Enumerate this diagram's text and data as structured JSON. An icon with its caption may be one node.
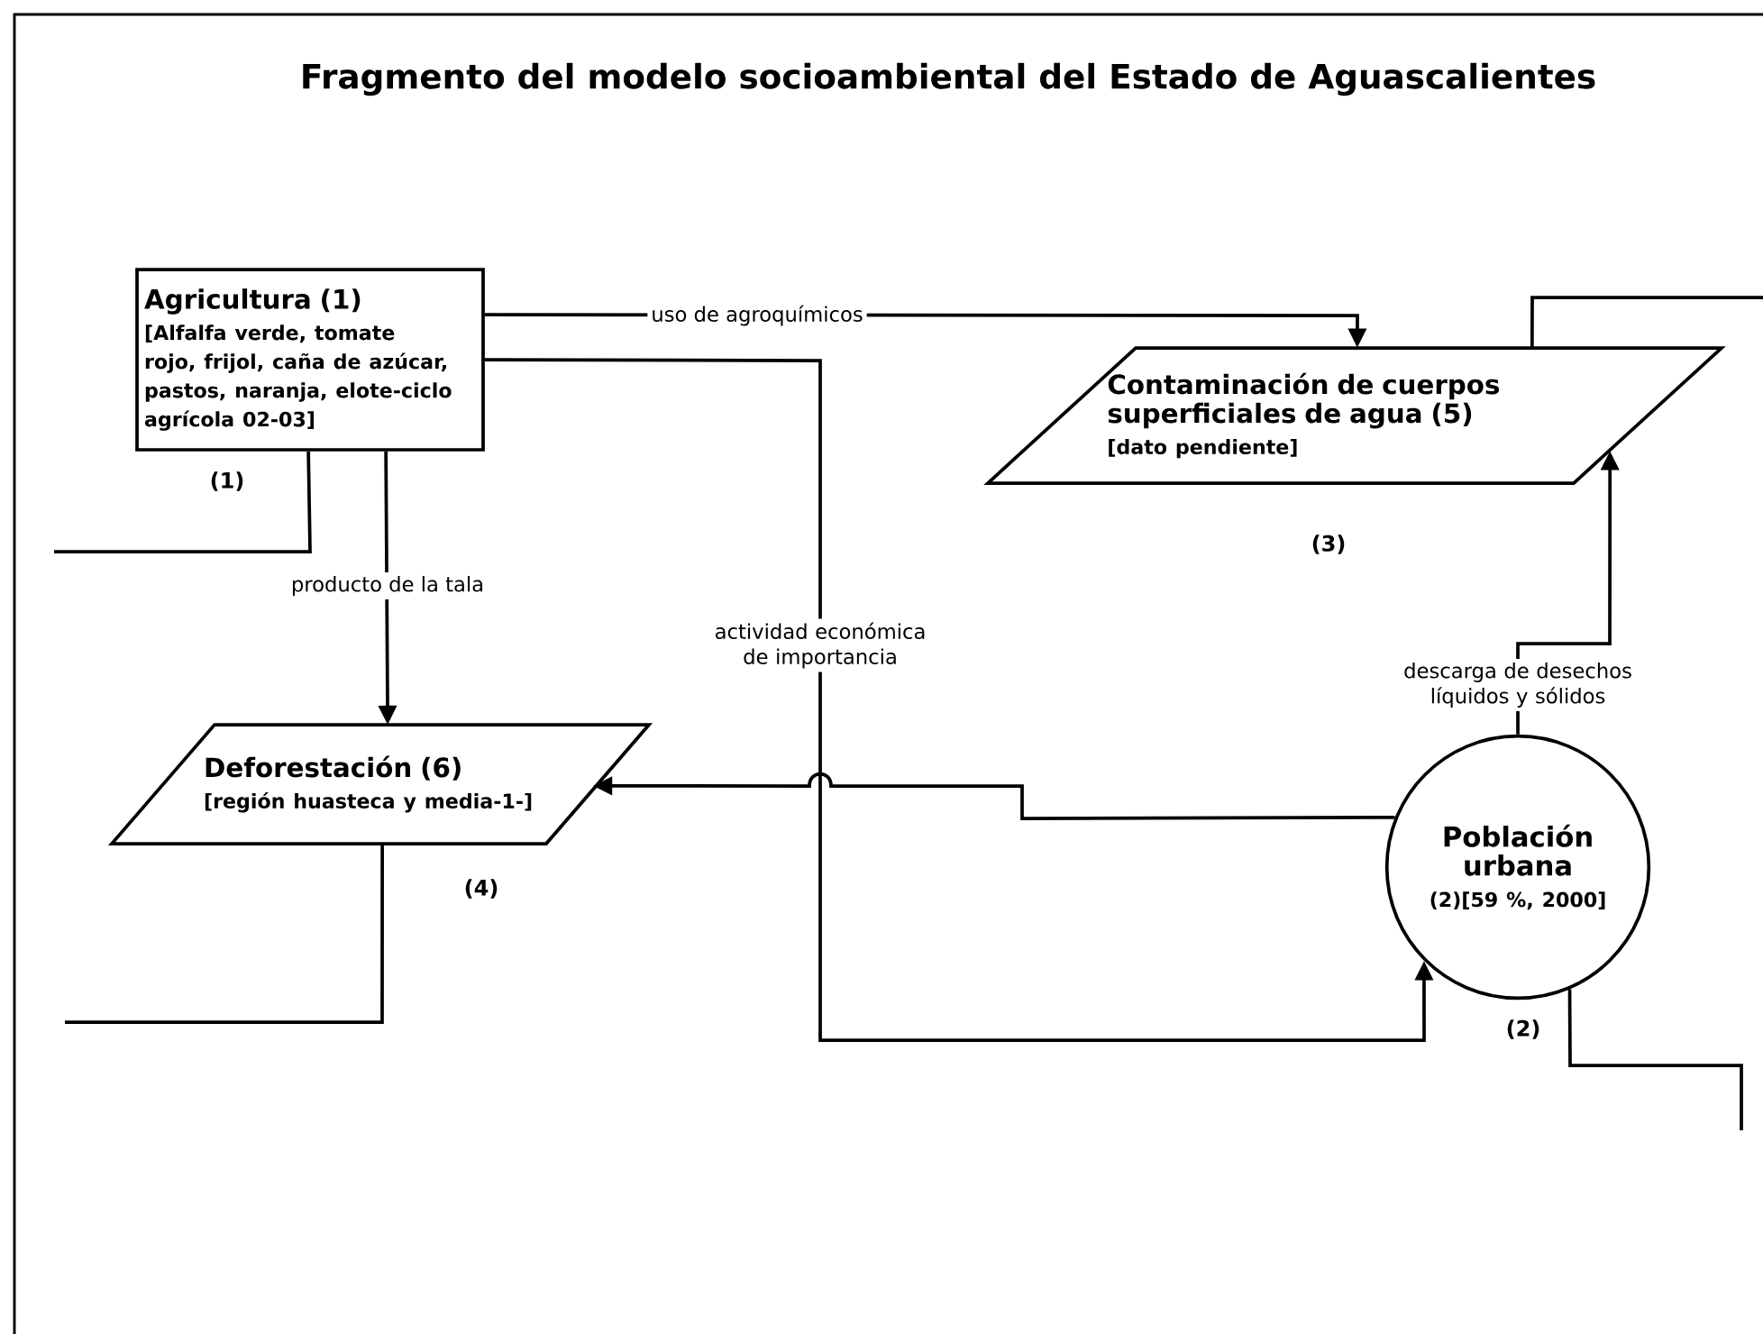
{
  "diagram": {
    "title": "Fragmento del modelo socioambiental del Estado de Aguascalientes",
    "nodes": [
      {
        "text": [
          "Agricultura (1)",
          "[Alfalfa verde, tomate rojo, frijol, caña de azúcar, pastos, naranja, elote-ciclo agrícola 02-03]"
        ],
        "beside": [
          "(1)"
        ]
      },
      {
        "text": [
          "Contaminación de cuerpos superficiales de agua (5)",
          "[dato pendiente]"
        ],
        "beside": [
          "(3)"
        ]
      },
      {
        "text": [
          "Deforestación (6)",
          "[región huasteca y media-1-]"
        ],
        "beside": [
          "(4)"
        ]
      },
      {
        "text": [
          "Población urbana",
          "(2)[59 %, 2000]"
        ],
        "beside": [
          "(2)"
        ]
      }
    ],
    "edges": [
      {
        "from": 0,
        "to": 1,
        "arrow": "to",
        "label": "uso de agroquímicos"
      },
      {
        "from": 0,
        "to": 3,
        "arrow": "to",
        "label": "actividad económica de importancia"
      },
      {
        "from": 0,
        "to": 2,
        "arrow": "to",
        "label": "producto de la tala"
      },
      {
        "from": 3,
        "to": 2,
        "arrow": "to"
      },
      {
        "from": 3,
        "to": 1,
        "arrow": "to",
        "label": "descarga de desechos líquidos y sólidos"
      },
      {
        "from": 0,
        "to": null,
        "arrow": "none"
      },
      {
        "from": 2,
        "to": null,
        "arrow": "none"
      },
      {
        "from": 1,
        "to": null,
        "arrow": "none"
      },
      {
        "from": 3,
        "to": null,
        "arrow": "none"
      }
    ]
  }
}
